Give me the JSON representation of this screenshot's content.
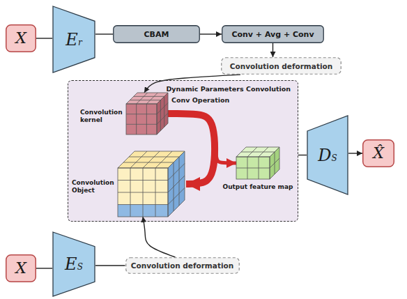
{
  "diagram": {
    "nodes": [
      {
        "text": [
          "X"
        ]
      },
      {
        "text": [
          "Er"
        ]
      },
      {
        "text": [
          "CBAM"
        ]
      },
      {
        "text": [
          "Conv + Avg + Conv"
        ]
      },
      {
        "text": [
          "Convolution deformation"
        ]
      },
      {
        "text": [
          "Dynamic Parameters Convolution"
        ]
      },
      {
        "text": [
          "Convolution kernel"
        ],
        "in": 5
      },
      {
        "text": [
          "Convolution Object"
        ],
        "in": 5
      },
      {
        "text": [
          "Output feature map"
        ],
        "in": 5
      },
      {
        "text": [
          "DS"
        ]
      },
      {
        "text": [
          "X̂"
        ]
      },
      {
        "text": [
          "X"
        ]
      },
      {
        "text": [
          "ES"
        ]
      },
      {
        "text": [
          "Convolution deformation"
        ]
      }
    ],
    "edges": [
      {
        "from": 0,
        "to": 1,
        "arrow": "none"
      },
      {
        "from": 1,
        "to": 2,
        "arrow": "none"
      },
      {
        "from": 2,
        "to": 3,
        "arrow": "to"
      },
      {
        "from": 3,
        "to": 4,
        "arrow": "to"
      },
      {
        "from": 4,
        "to": 6,
        "arrow": "to"
      },
      {
        "from": 6,
        "to": 7,
        "arrow": "to"
      },
      {
        "from": 6,
        "to": 8,
        "arrow": "to"
      },
      {
        "from": 5,
        "to": 9,
        "arrow": "none"
      },
      {
        "from": 9,
        "to": 10,
        "arrow": "to"
      },
      {
        "from": 11,
        "to": 12,
        "arrow": "none"
      },
      {
        "from": 12,
        "to": 13,
        "arrow": "none"
      },
      {
        "from": 13,
        "to": 7,
        "arrow": "to"
      }
    ],
    "labels": [
      "Conv Operation"
    ]
  }
}
